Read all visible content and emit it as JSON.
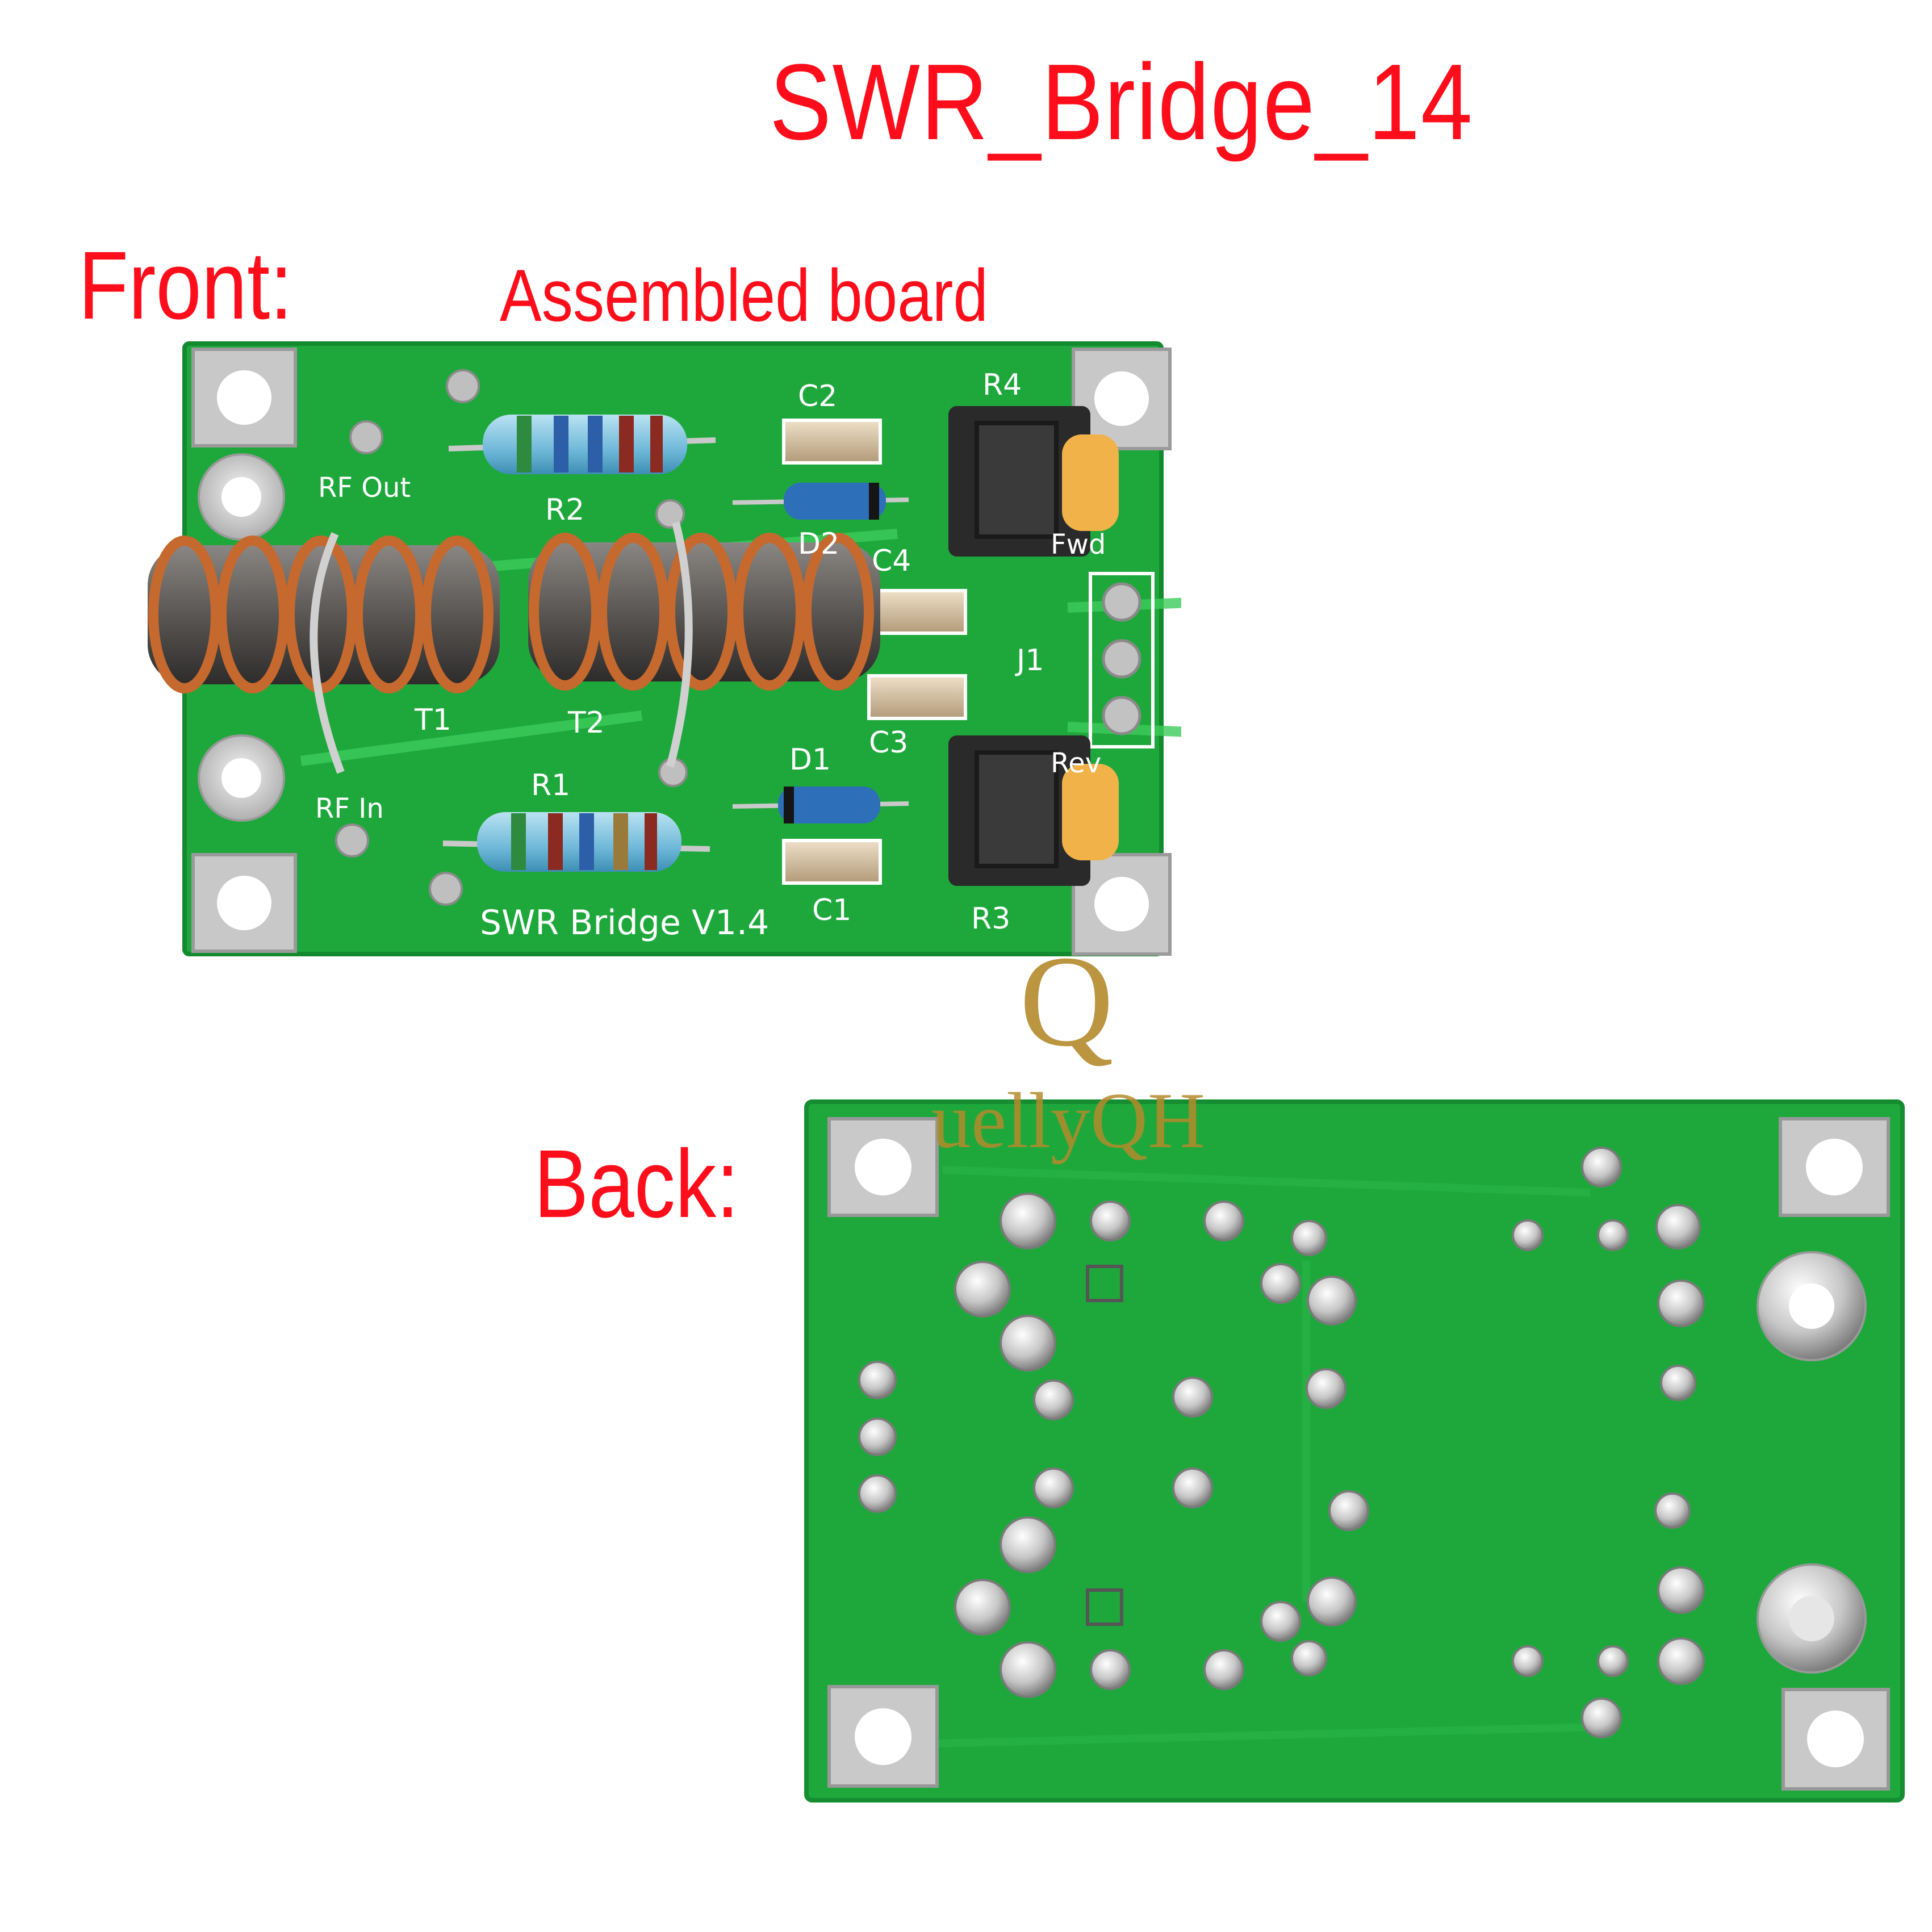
{
  "header": {
    "title": "SWR_Bridge_14",
    "front_label": "Front:",
    "assembled_label": "Assembled board",
    "back_label": "Back:"
  },
  "front_board": {
    "silkscreen": {
      "version": "SWR Bridge V1.4",
      "rf_out": "RF Out",
      "rf_in": "RF In",
      "fwd": "Fwd",
      "rev": "Rev",
      "connector": "J1",
      "t1": "T1",
      "t2": "T2",
      "r1": "R1",
      "r2": "R2",
      "r3": "R3",
      "r4": "R4",
      "c1": "C1",
      "c2": "C2",
      "c3": "C3",
      "c4": "C4",
      "d1": "D1",
      "d2": "D2"
    }
  },
  "watermark": {
    "letter": "Q",
    "text": "uellyQH"
  },
  "colors": {
    "title_red": "#ff0d1a",
    "pcb_green": "#1ea83c",
    "copper": "#c5692e",
    "pad_silver": "#d9d9d9",
    "watermark_gold": "#b48a2c"
  }
}
